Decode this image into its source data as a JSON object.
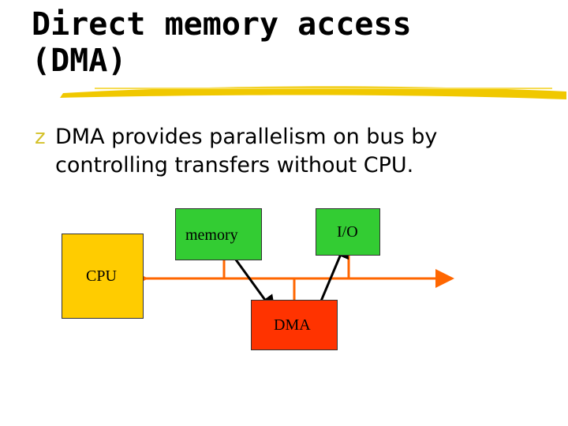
{
  "slide": {
    "title_lines": [
      "Direct memory access",
      "(DMA)"
    ],
    "bullet_icon": "z",
    "bullet_text": "DMA provides parallelism on bus by controlling transfers without CPU."
  },
  "diagram": {
    "cpu_label": "CPU",
    "memory_label": "memory",
    "io_label": "I/O",
    "dma_label": "DMA",
    "colors": {
      "cpu": "#ffcc00",
      "memory": "#33cc33",
      "io": "#33cc33",
      "dma": "#ff3300",
      "bus": "#ff6600",
      "title_underline": "#f0c800"
    }
  }
}
